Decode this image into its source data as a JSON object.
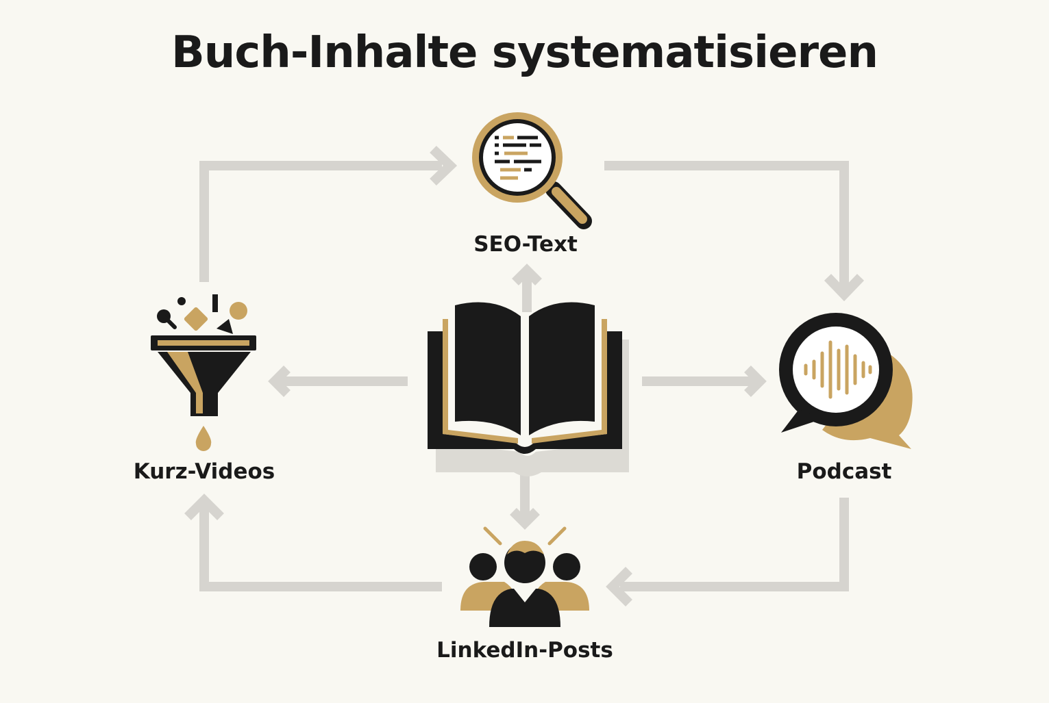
{
  "title": "Buch-Inhalte systematisieren",
  "nodes": {
    "center": {
      "icon": "open-book-icon"
    },
    "top": {
      "label": "SEO-Text",
      "icon": "magnifier-text-icon"
    },
    "right": {
      "label": "Podcast",
      "icon": "podcast-speech-bubble-icon"
    },
    "bottom": {
      "label": "LinkedIn-Posts",
      "icon": "people-group-icon"
    },
    "left": {
      "label": "Kurz-Videos",
      "icon": "funnel-icon"
    }
  },
  "colors": {
    "background": "#f9f8f2",
    "ink": "#1a1a1a",
    "gold": "#c9a461",
    "arrow": "#d6d4cf",
    "shadow": "#dcdad4"
  }
}
